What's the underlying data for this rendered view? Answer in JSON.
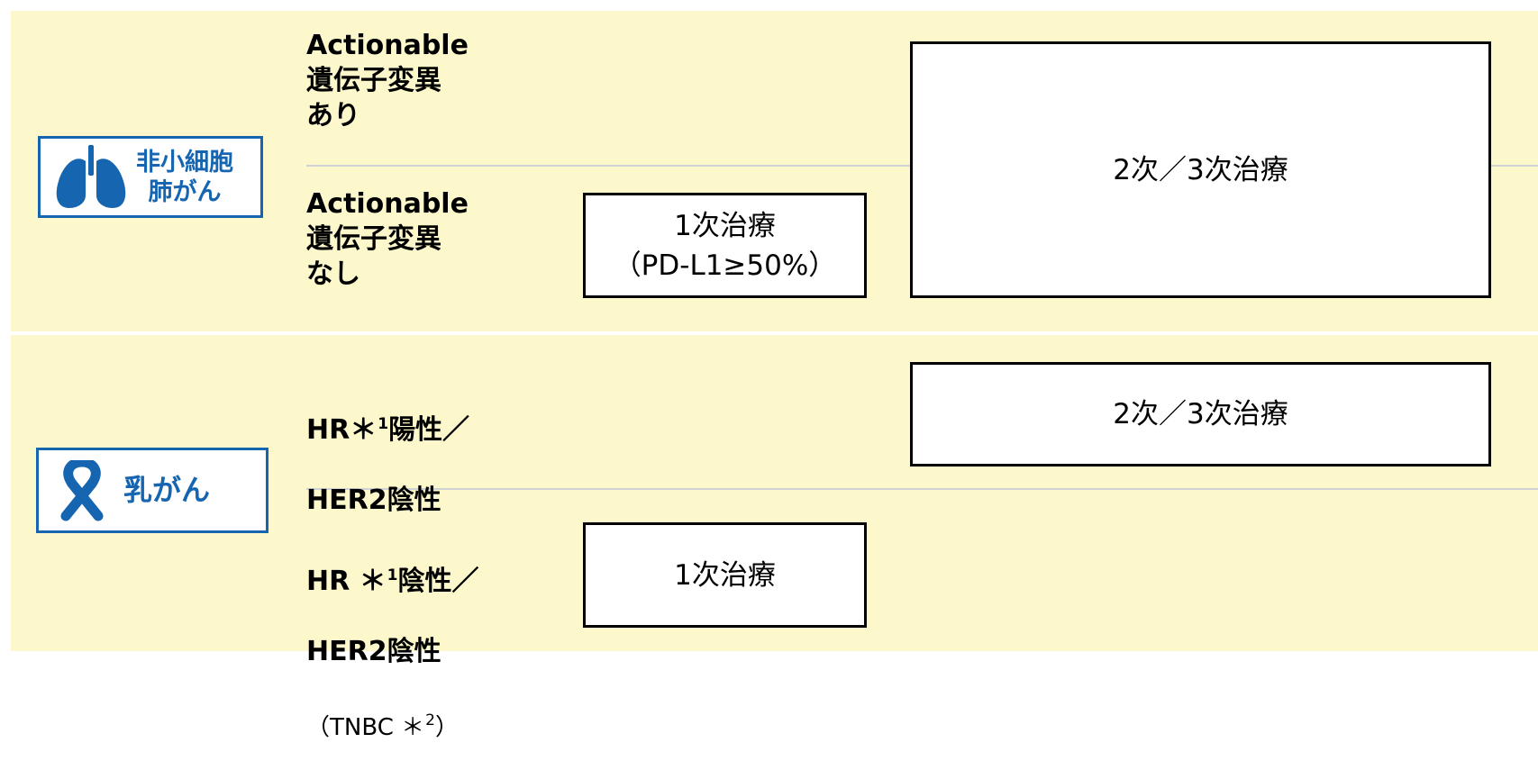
{
  "lung": {
    "badge_label": [
      "非小細胞",
      "肺がん"
    ],
    "icon": "lungs-icon",
    "categories": [
      {
        "label": "Actionable\n遺伝子変異\nあり"
      },
      {
        "label": "Actionable\n遺伝子変異\nなし"
      }
    ],
    "first_line_box": {
      "line1": "1次治療",
      "line2": "（PD-L1≥50%）"
    },
    "later_line_box": {
      "label": "2次／3次治療"
    }
  },
  "breast": {
    "badge_label": "乳がん",
    "icon": "awareness-ribbon-icon",
    "categories": [
      {
        "prefix": "HR",
        "mark": "＊",
        "sup": "1",
        "rest": "陽性／",
        "line2": "HER2陰性"
      },
      {
        "prefix": "HR ",
        "mark": "＊",
        "sup": "1",
        "rest": "陰性／",
        "line2": "HER2陰性",
        "sub_pre": "（TNBC ",
        "sub_mark": "＊",
        "sub_sup": "2",
        "sub_post": "）"
      }
    ],
    "later_line_box": {
      "label": "2次／3次治療"
    },
    "first_line_box": {
      "label": "1次治療"
    }
  },
  "colors": {
    "background": "#fdf8cc",
    "badge_blue": "#1565b0",
    "divider": "#cfd3d6",
    "box_border": "#000000"
  }
}
